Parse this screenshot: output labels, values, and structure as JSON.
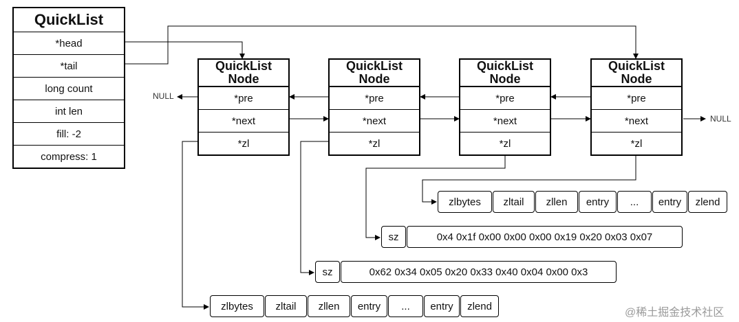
{
  "quicklist": {
    "title": "QuickList",
    "fields": [
      "*head",
      "*tail",
      "long count",
      "int len",
      "fill: -2",
      "compress: 1"
    ]
  },
  "nodes": [
    {
      "title_line1": "QuickList",
      "title_line2": "Node",
      "pre": "*pre",
      "next": "*next",
      "zl": "*zl"
    },
    {
      "title_line1": "QuickList",
      "title_line2": "Node",
      "pre": "*pre",
      "next": "*next",
      "zl": "*zl"
    },
    {
      "title_line1": "QuickList",
      "title_line2": "Node",
      "pre": "*pre",
      "next": "*next",
      "zl": "*zl"
    },
    {
      "title_line1": "QuickList",
      "title_line2": "Node",
      "pre": "*pre",
      "next": "*next",
      "zl": "*zl"
    }
  ],
  "null_left": "NULL",
  "null_right": "NULL",
  "ziplist_top": [
    "zlbytes",
    "zltail",
    "zllen",
    "entry",
    "...",
    "entry",
    "zlend"
  ],
  "compressed_1": {
    "sz": "sz",
    "bytes": "0x4 0x1f 0x00 0x00 0x00 0x19 0x20 0x03 0x07"
  },
  "compressed_2": {
    "sz": "sz",
    "bytes": "0x62 0x34 0x05 0x20 0x33 0x40 0x04 0x00 0x3"
  },
  "ziplist_bottom": [
    "zlbytes",
    "zltail",
    "zllen",
    "entry",
    "...",
    "entry",
    "zlend"
  ],
  "watermark": "@稀土掘金技术社区"
}
